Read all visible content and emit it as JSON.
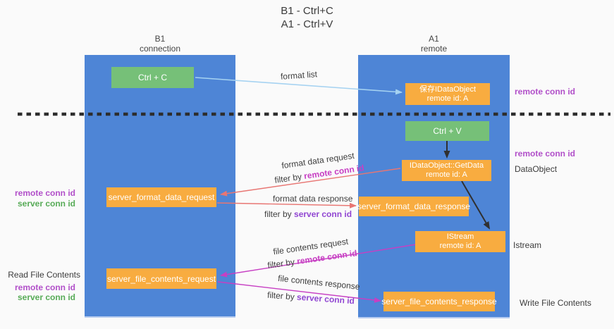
{
  "title": {
    "line1": "B1 - Ctrl+C",
    "line2": "A1 - Ctrl+V"
  },
  "lanes": {
    "left": {
      "title": "B1",
      "subtitle": "connection"
    },
    "right": {
      "title": "A1",
      "subtitle": "remote"
    }
  },
  "boxes": {
    "ctrl_c": "Ctrl + C",
    "ctrl_v": "Ctrl + V",
    "save_dataobject": {
      "line1": "保存IDataObject",
      "line2": "remote id: A"
    },
    "getdata": {
      "line1": "IDataObject::GetData",
      "line2": "remote id: A"
    },
    "istream": {
      "line1": "IStream",
      "line2": "remote id: A"
    },
    "server_format_data_request": "server_format_data_request",
    "server_format_data_response": "server_format_data_response",
    "server_file_contents_request": "server_file_contents_request",
    "server_file_contents_response": "server_file_contents_response"
  },
  "arrow_labels": {
    "format_list": "format list",
    "format_data_request": "format data request",
    "format_data_response": "format data response",
    "file_contents_request": "file contents request",
    "file_contents_response": "file contents response",
    "filter_by": "filter by "
  },
  "side_labels": {
    "remote_conn_id": "remote conn id",
    "server_conn_id": "server conn id",
    "dataobject": "DataObject",
    "istream": "Istream",
    "read_file_contents": "Read File Contents",
    "write_file_contents": "Write File Contents"
  },
  "colors": {
    "lane_blue": "#4e85d6",
    "box_green": "#76c078",
    "box_orange": "#f8ac40",
    "arrow_light_blue": "#a5d2f1",
    "arrow_red": "#e87673",
    "arrow_magenta": "#c73fc3",
    "arrow_black": "#303030",
    "divider_black": "#2d2d2d",
    "text_purple": "#b14fc9",
    "text_green": "#57ab57",
    "text_violet": "#9146d2"
  }
}
